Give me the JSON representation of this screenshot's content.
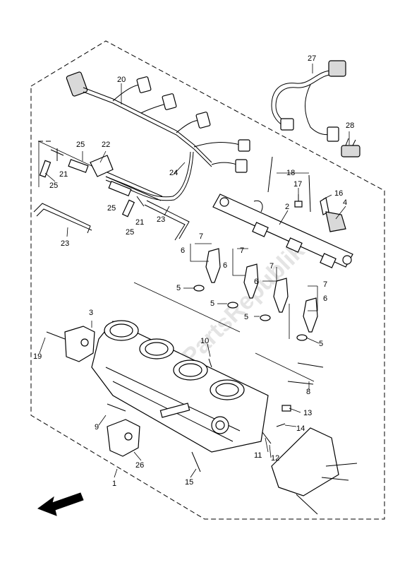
{
  "watermark": "PartsRepublik",
  "callouts": [
    {
      "id": "c1",
      "text": "1"
    },
    {
      "id": "c2",
      "text": "2"
    },
    {
      "id": "c3",
      "text": "3"
    },
    {
      "id": "c4",
      "text": "4"
    },
    {
      "id": "c5a",
      "text": "5"
    },
    {
      "id": "c5b",
      "text": "5"
    },
    {
      "id": "c5c",
      "text": "5"
    },
    {
      "id": "c5d",
      "text": "5"
    },
    {
      "id": "c6a",
      "text": "6"
    },
    {
      "id": "c6b",
      "text": "6"
    },
    {
      "id": "c6c",
      "text": "6"
    },
    {
      "id": "c6d",
      "text": "6"
    },
    {
      "id": "c7a",
      "text": "7"
    },
    {
      "id": "c7b",
      "text": "7"
    },
    {
      "id": "c7c",
      "text": "7"
    },
    {
      "id": "c7d",
      "text": "7"
    },
    {
      "id": "c8",
      "text": "8"
    },
    {
      "id": "c9",
      "text": "9"
    },
    {
      "id": "c10",
      "text": "10"
    },
    {
      "id": "c11",
      "text": "11"
    },
    {
      "id": "c12",
      "text": "12"
    },
    {
      "id": "c13",
      "text": "13"
    },
    {
      "id": "c14",
      "text": "14"
    },
    {
      "id": "c15",
      "text": "15"
    },
    {
      "id": "c16",
      "text": "16"
    },
    {
      "id": "c17",
      "text": "17"
    },
    {
      "id": "c18",
      "text": "18"
    },
    {
      "id": "c19",
      "text": "19"
    },
    {
      "id": "c20",
      "text": "20"
    },
    {
      "id": "c21a",
      "text": "21"
    },
    {
      "id": "c21b",
      "text": "21"
    },
    {
      "id": "c22",
      "text": "22"
    },
    {
      "id": "c23a",
      "text": "23"
    },
    {
      "id": "c23b",
      "text": "23"
    },
    {
      "id": "c24",
      "text": "24"
    },
    {
      "id": "c25a",
      "text": "25"
    },
    {
      "id": "c25b",
      "text": "25"
    },
    {
      "id": "c25c",
      "text": "25"
    },
    {
      "id": "c25d",
      "text": "25"
    },
    {
      "id": "c26",
      "text": "26"
    },
    {
      "id": "c27",
      "text": "27"
    },
    {
      "id": "c28",
      "text": "28"
    }
  ]
}
